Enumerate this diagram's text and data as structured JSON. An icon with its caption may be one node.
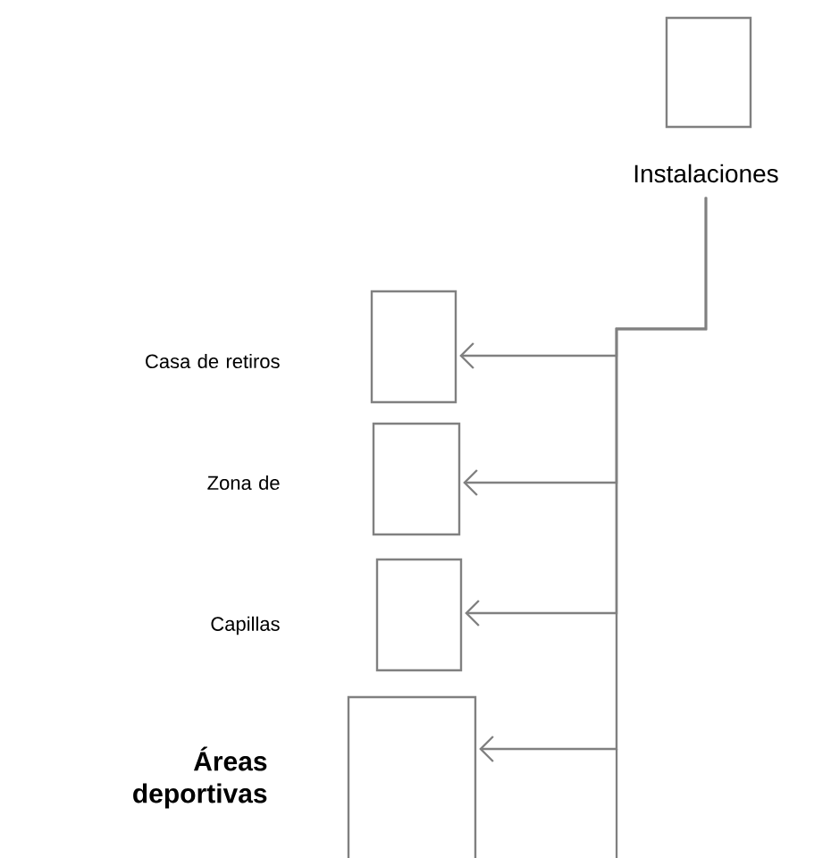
{
  "diagram": {
    "nodes": [
      {
        "text": [
          "Instalaciones"
        ]
      },
      {
        "text": [],
        "shape": "box"
      },
      {
        "text": [],
        "shape": "box"
      },
      {
        "text": [],
        "shape": "box"
      },
      {
        "text": [],
        "shape": "box",
        "beside": [
          "Áreas deportivas"
        ]
      }
    ],
    "labels": [
      "Casa de retiros",
      "Zona de",
      "Capillas"
    ],
    "edges": [
      {
        "from": 0,
        "to": 1,
        "arrow": "to"
      },
      {
        "from": 0,
        "to": 2,
        "arrow": "to"
      },
      {
        "from": 0,
        "to": 3,
        "arrow": "to"
      },
      {
        "from": 0,
        "to": 4,
        "arrow": "to"
      }
    ]
  }
}
